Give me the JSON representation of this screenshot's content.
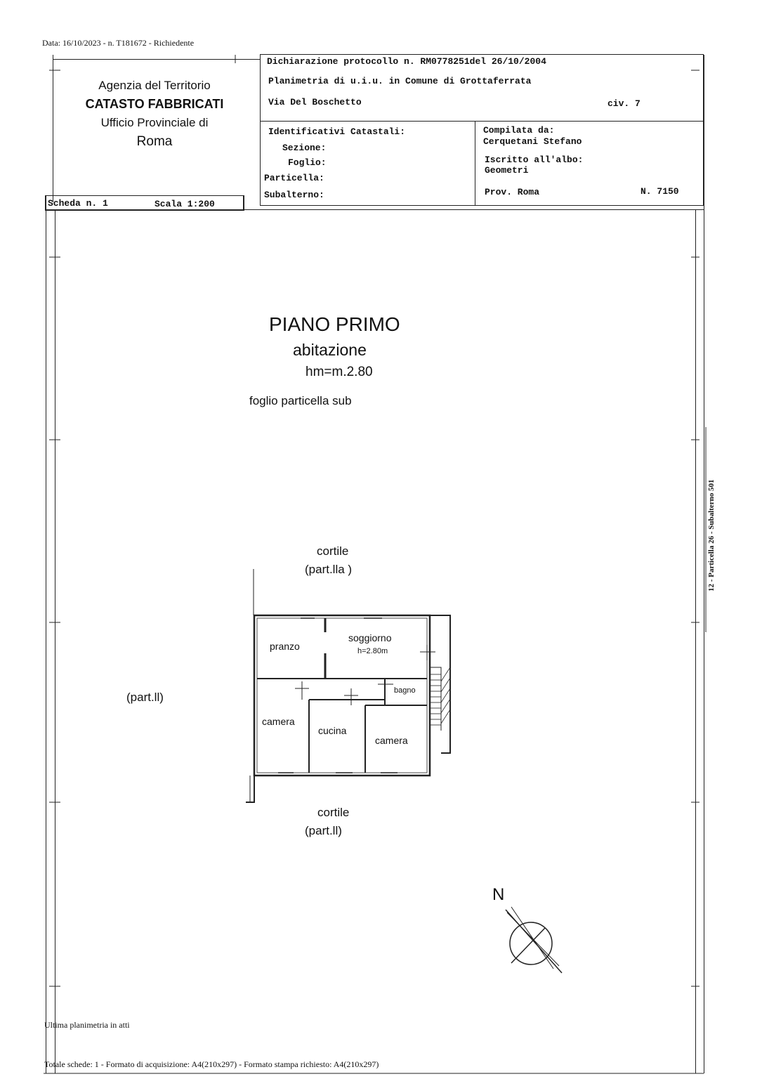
{
  "top_note": "Data: 16/10/2023 - n. T181672 - Richiedente",
  "agency": {
    "line1": "Agenzia del Territorio",
    "line2": "CATASTO FABBRICATI",
    "line3": "Ufficio Provinciale di",
    "line4": "Roma"
  },
  "header": {
    "dichiarazione": "Dichiarazione protocollo n. RM0778251del  26/10/2004",
    "planimetria": "Planimetria di u.i.u. in Comune di Grottaferrata",
    "via": "Via Del Boschetto",
    "civ": "civ. 7"
  },
  "identificativi": {
    "title": "Identificativi Catastali:",
    "sezione": "Sezione:",
    "foglio": "Foglio:",
    "particella": "Particella:",
    "subalterno": "Subalterno:"
  },
  "compilata": {
    "label": "Compilata da:",
    "name": "Cerquetani Stefano",
    "iscritto": "Iscritto all'albo:",
    "albo": "Geometri",
    "prov": "Prov. Roma",
    "numero": "N.  7150"
  },
  "scheda": {
    "label": "Scheda n. 1",
    "scala": "Scala 1:200"
  },
  "plan": {
    "title": "PIANO PRIMO",
    "subtitle": "abitazione",
    "height": "hm=m.2.80",
    "ref": "foglio  particella sub",
    "cortile_top": "cortile",
    "cortile_top_part": "(part.lla )",
    "part_left": "(part.ll)",
    "cortile_bottom": "cortile",
    "cortile_bottom_part": "(part.ll)",
    "north": "N"
  },
  "rooms": {
    "pranzo": "pranzo",
    "soggiorno": "soggiorno",
    "soggiorno_h": "h=2.80m",
    "bagno": "bagno",
    "camera1": "camera",
    "cucina": "cucina",
    "camera2": "camera"
  },
  "side_text": "12 - Particella 26 - Subalterno 501",
  "footer": {
    "ultima": "Ultima planimetria in atti",
    "totale": "Totale schede: 1 - Formato di acquisizione: A4(210x297)  - Formato stampa richiesto: A4(210x297)"
  }
}
